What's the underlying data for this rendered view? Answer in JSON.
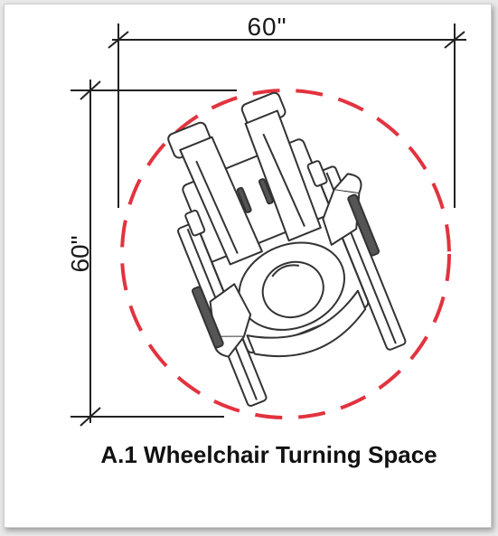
{
  "dimensions": {
    "width_label": "60\"",
    "height_label": "60\""
  },
  "caption": "A.1 Wheelchair Turning Space",
  "colors": {
    "turning_circle": "#e2333f",
    "linework": "#222222"
  },
  "icons": [
    "wheelchair-user-illustration"
  ]
}
